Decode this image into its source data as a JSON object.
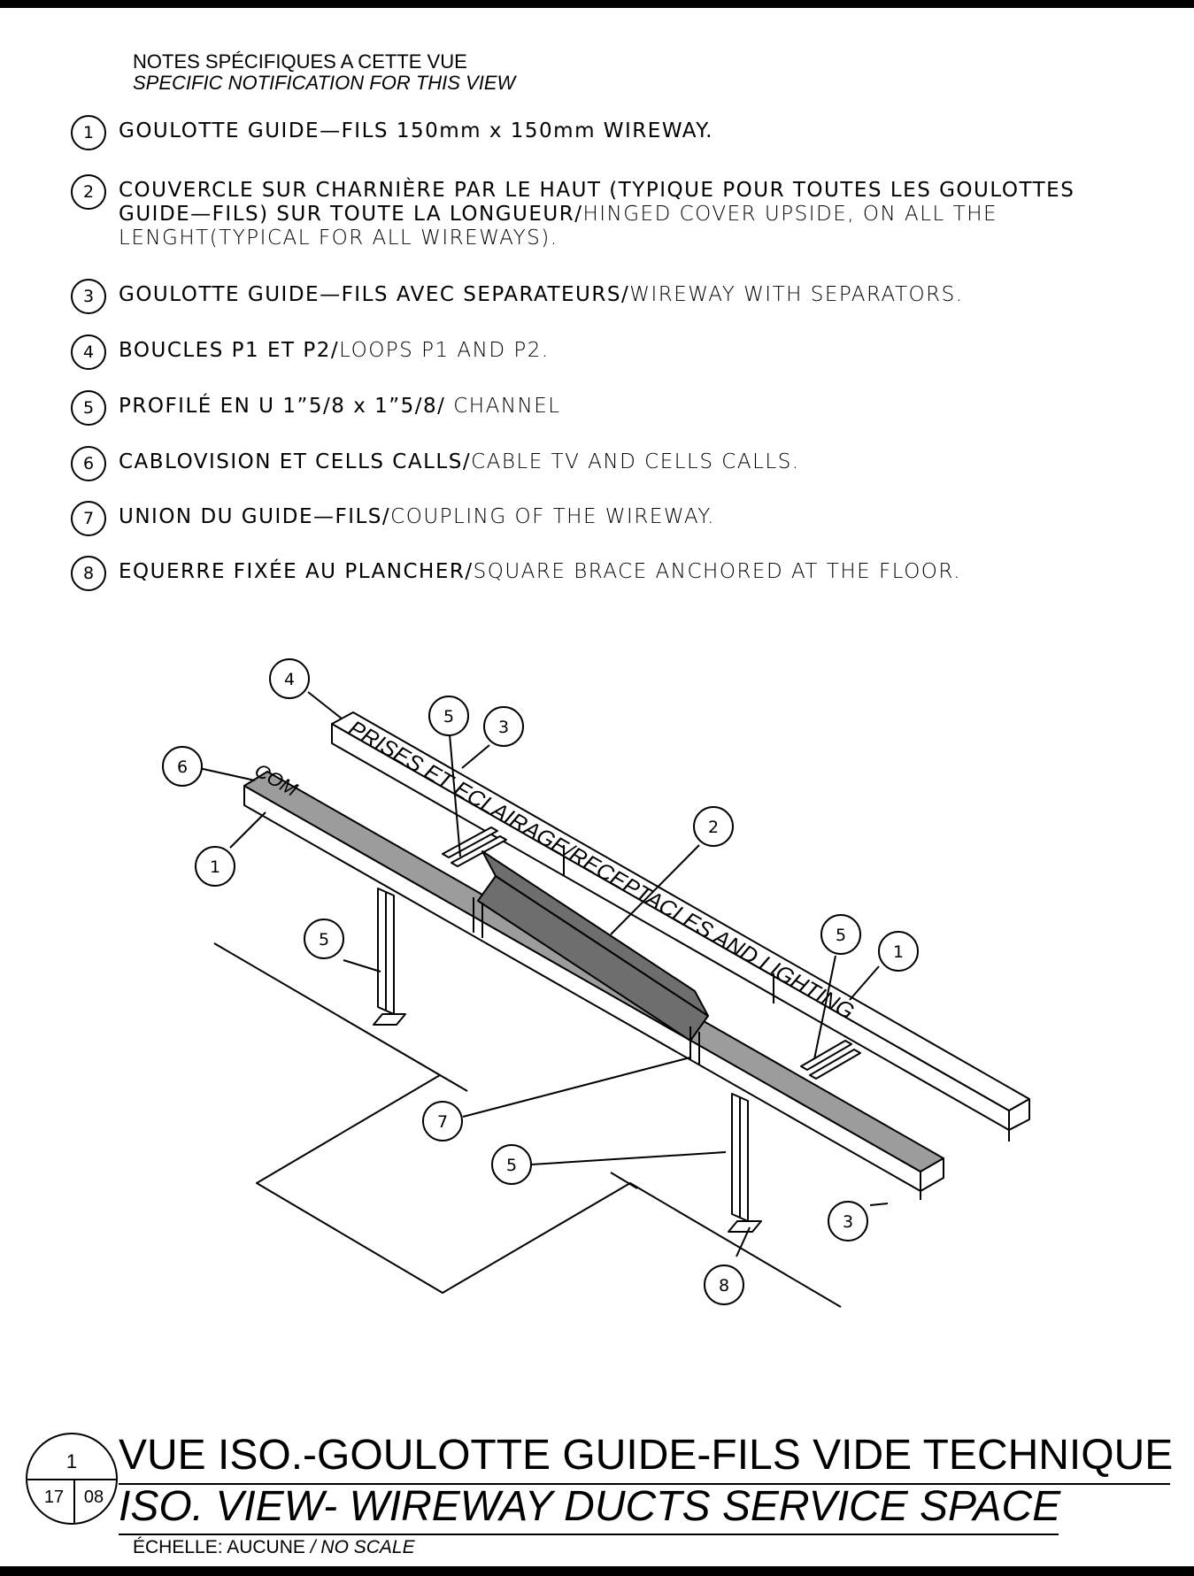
{
  "notes_header": {
    "fr": "NOTES SPÉCIFIQUES A CETTE VUE",
    "en": "SPECIFIC NOTIFICATION FOR THIS VIEW"
  },
  "notes": [
    {
      "num": "1",
      "fr": "GOULOTTE GUIDE—FILS 150mm x 150mm WIREWAY.",
      "en": ""
    },
    {
      "num": "2",
      "fr": "COUVERCLE SUR CHARNIÈRE PAR LE HAUT (TYPIQUE POUR TOUTES LES GOULOTTES GUIDE—FILS) SUR TOUTE LA LONGUEUR/",
      "en": "HINGED COVER UPSIDE, ON ALL THE LENGHT(TYPICAL FOR ALL WIREWAYS)."
    },
    {
      "num": "3",
      "fr": "GOULOTTE GUIDE—FILS AVEC SEPARATEURS/",
      "en": "WIREWAY WITH SEPARATORS."
    },
    {
      "num": "4",
      "fr": "BOUCLES P1 ET P2/",
      "en": "LOOPS P1 AND P2."
    },
    {
      "num": "5",
      "fr": "PROFILÉ EN U 1”5/8 x 1”5/8/",
      "en": " CHANNEL"
    },
    {
      "num": "6",
      "fr": "CABLOVISION ET CELLS CALLS/",
      "en": "CABLE TV AND CELLS CALLS."
    },
    {
      "num": "7",
      "fr": "UNION DU GUIDE—FILS/",
      "en": "COUPLING OF THE WIREWAY."
    },
    {
      "num": "8",
      "fr": "EQUERRE FIXÉE AU PLANCHER/",
      "en": "SQUARE BRACE ANCHORED AT THE FLOOR."
    }
  ],
  "drawing": {
    "duct_label_receptacles": "PRISES ET ECLAIRAGE/RECEPTACLES AND LIGHTING",
    "duct_label_com": "COM",
    "callouts": [
      "4",
      "5",
      "3",
      "6",
      "1",
      "2",
      "5",
      "1",
      "5",
      "7",
      "5",
      "3",
      "8"
    ],
    "colors": {
      "com_duct": "#9c9c9c",
      "cover": "#6e6e6e",
      "line": "#000000"
    }
  },
  "title_block": {
    "detail_number": "1",
    "sheet_a": "17",
    "sheet_b": "08",
    "title_fr": "VUE ISO.-GOULOTTE GUIDE-FILS VIDE TECHNIQUE",
    "title_en": "ISO. VIEW- WIREWAY DUCTS SERVICE SPACE",
    "scale_fr": "ÉCHELLE: AUCUNE",
    "scale_en": "/ NO SCALE"
  }
}
